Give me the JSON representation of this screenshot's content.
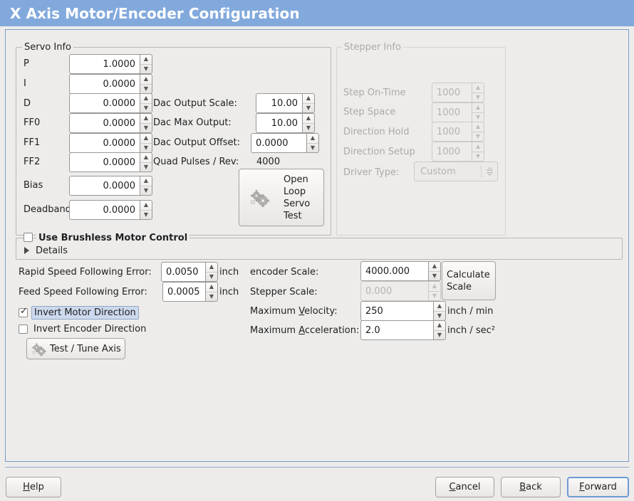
{
  "window": {
    "title": "X Axis Motor/Encoder Configuration",
    "title_bg": "#82a9dc",
    "bg": "#edeceb"
  },
  "servo_info": {
    "legend": "Servo Info",
    "fields": [
      {
        "label": "P",
        "value": "1.0000"
      },
      {
        "label": "I",
        "value": "0.0000"
      },
      {
        "label": "D",
        "value": "0.0000"
      },
      {
        "label": "FF0",
        "value": "0.0000"
      },
      {
        "label": "FF1",
        "value": "0.0000"
      },
      {
        "label": "FF2",
        "value": "0.0000"
      },
      {
        "label": "Bias",
        "value": "0.0000"
      },
      {
        "label": "Deadband",
        "value": "0.0000"
      }
    ],
    "dac": [
      {
        "label": "Dac Output Scale:",
        "value": "10.00"
      },
      {
        "label": "Dac Max Output:",
        "value": "10.00"
      },
      {
        "label": "Dac Output Offset:",
        "value": "0.0000"
      }
    ],
    "quad_pulses_label": "Quad Pulses / Rev:",
    "quad_pulses_value": "4000",
    "open_loop_button": [
      "Open",
      "Loop",
      "Servo",
      "Test"
    ]
  },
  "stepper_info": {
    "legend": "Stepper Info",
    "enabled": false,
    "fields": [
      {
        "label": "Step On-Time",
        "value": "1000"
      },
      {
        "label": "Step Space",
        "value": "1000"
      },
      {
        "label": "Direction Hold",
        "value": "1000"
      },
      {
        "label": "Direction Setup",
        "value": "1000"
      }
    ],
    "driver_type_label": "Driver Type:",
    "driver_type_value": "Custom"
  },
  "brushless": {
    "checkbox_label": "Use Brushless Motor Control",
    "checked": false,
    "details_label": "Details",
    "details_expanded": false
  },
  "errors": {
    "rapid_label": "Rapid Speed Following Error:",
    "rapid_value": "0.0050",
    "rapid_unit": "inch",
    "feed_label": "Feed Speed Following Error:",
    "feed_value": "0.0005",
    "feed_unit": "inch"
  },
  "invert": {
    "motor_label": "Invert Motor Direction",
    "motor_checked": true,
    "motor_focused": true,
    "encoder_label": "Invert Encoder Direction",
    "encoder_checked": false
  },
  "test_tune": {
    "label": "Test / Tune Axis",
    "icon": "gears-icon"
  },
  "scales": {
    "encoder_label": "encoder Scale:",
    "encoder_value": "4000.000",
    "stepper_label": "Stepper Scale:",
    "stepper_value": "0.000",
    "stepper_enabled": false,
    "calculate_button": [
      "Calculate",
      "Scale"
    ],
    "max_velocity_label_pre": "Maximum ",
    "max_velocity_label_mnemonic": "V",
    "max_velocity_label_post": "elocity:",
    "max_velocity_value": "250",
    "max_velocity_unit": "inch / min",
    "max_accel_label_pre": "Maximum ",
    "max_accel_label_mnemonic": "A",
    "max_accel_label_post": "cceleration:",
    "max_accel_value": "2.0",
    "max_accel_unit": "inch / sec²"
  },
  "footer": {
    "help": {
      "pre": "",
      "mnemonic": "H",
      "post": "elp"
    },
    "cancel": {
      "pre": "",
      "mnemonic": "C",
      "post": "ancel"
    },
    "back": {
      "pre": "",
      "mnemonic": "B",
      "post": "ack"
    },
    "forward": {
      "pre": "",
      "mnemonic": "F",
      "post": "orward"
    },
    "forward_focused": true
  }
}
